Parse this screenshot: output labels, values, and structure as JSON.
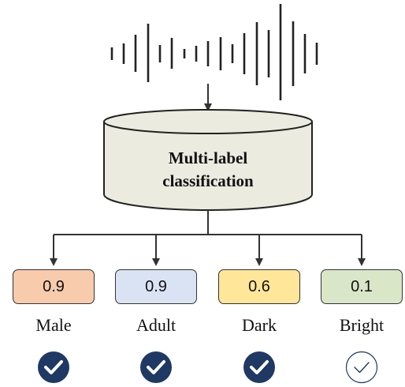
{
  "classifier": {
    "line1": "Multi-label",
    "line2": "classification"
  },
  "outputs": [
    {
      "score": "0.9",
      "label": "Male",
      "fill": "#f8cbad",
      "checked": true
    },
    {
      "score": "0.9",
      "label": "Adult",
      "fill": "#dae3f3",
      "checked": true
    },
    {
      "score": "0.6",
      "label": "Dark",
      "fill": "#ffe699",
      "checked": true
    },
    {
      "score": "0.1",
      "label": "Bright",
      "fill": "#d9e6c8",
      "checked": false
    }
  ],
  "colors": {
    "cylinder_fill": "#ecebe0",
    "check_selected": "#1f3864",
    "line": "#333333"
  },
  "icons": {
    "waveform": "audio-waveform-icon",
    "checked": "check-circle-filled-icon",
    "unchecked": "check-circle-outline-icon"
  }
}
